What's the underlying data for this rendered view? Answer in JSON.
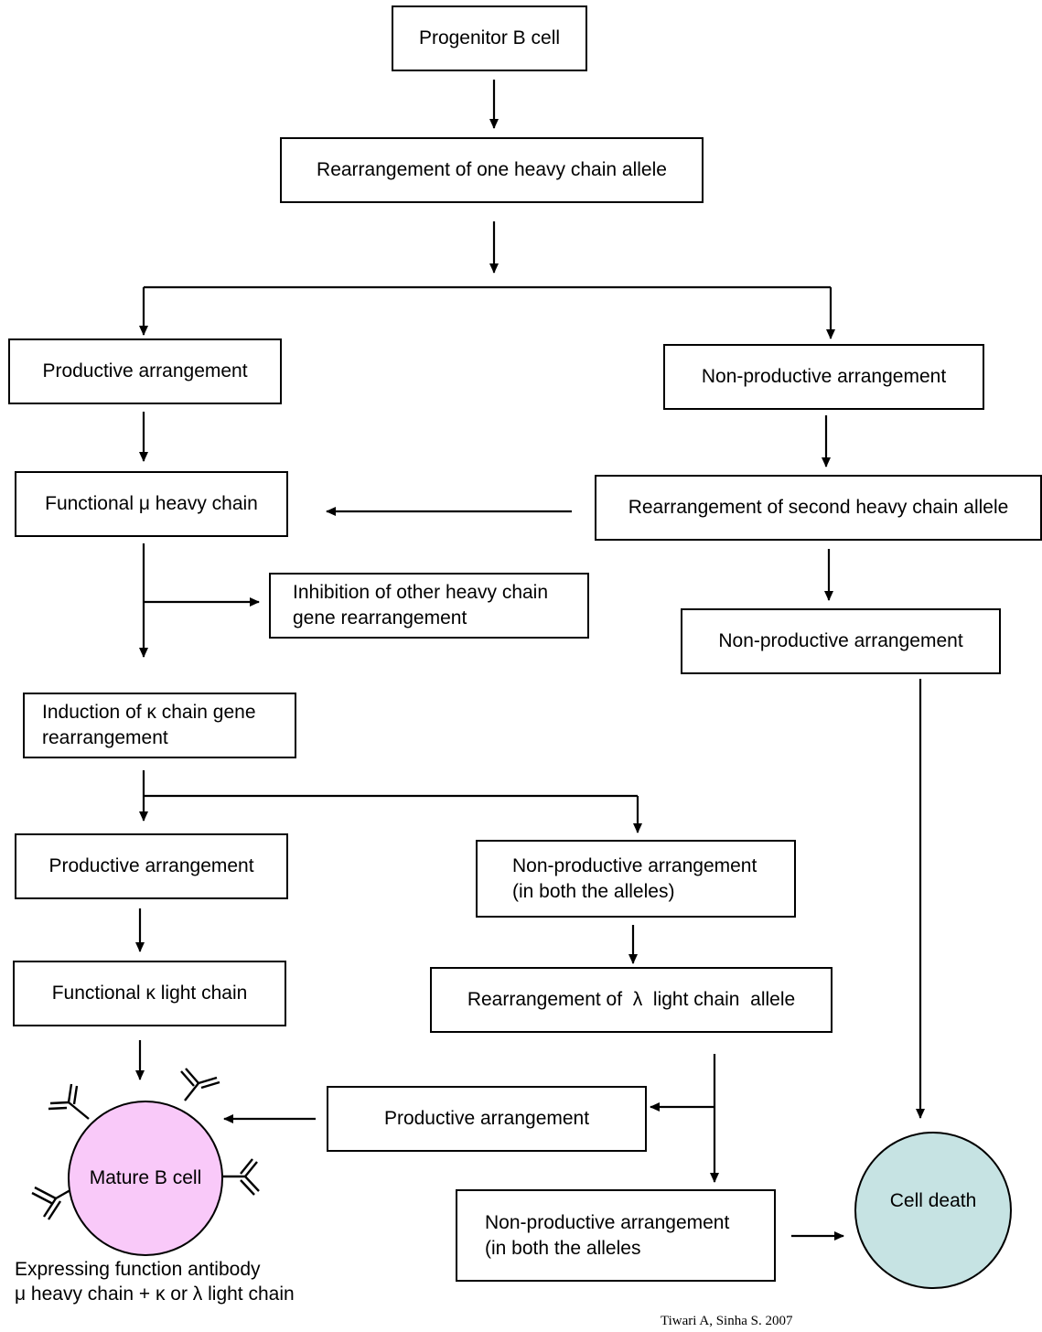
{
  "nodes": {
    "progenitor": "Progenitor B cell",
    "rearr_one": "Rearrangement of one heavy chain allele",
    "prod_left": "Productive arrangement",
    "nonprod_right": "Non-productive arrangement",
    "functional_mu": "Functional μ heavy chain",
    "rearr_second": "Rearrangement of second heavy chain allele",
    "inhibition_1": "Inhibition of other heavy chain",
    "inhibition_2": "gene rearrangement",
    "nonprod_right2": "Non-productive arrangement",
    "kappa_induction_1": "Induction of κ chain gene",
    "kappa_induction_2": "rearrangement",
    "prod_kappa": "Productive arrangement",
    "nonprod_both_1": "Non-productive arrangement",
    "nonprod_both_2": "(in both the alleles)",
    "functional_kappa": "Functional κ light chain",
    "rearr_lambda": "Rearrangement of  λ  light chain  allele",
    "prod_lambda": "Productive arrangement",
    "nonprod_lambda_1": "Non-productive arrangement",
    "nonprod_lambda_2": "(in both the alleles",
    "mature": "Mature B cell",
    "death": "Cell death"
  },
  "caption": {
    "line1": "Expressing function antibody",
    "line2": "μ heavy chain + κ or λ light chain"
  },
  "credit": "Tiwari A, Sinha S. 2007",
  "colors": {
    "mature_fill": "#f9c9f9",
    "death_fill": "#c6e3e3"
  }
}
